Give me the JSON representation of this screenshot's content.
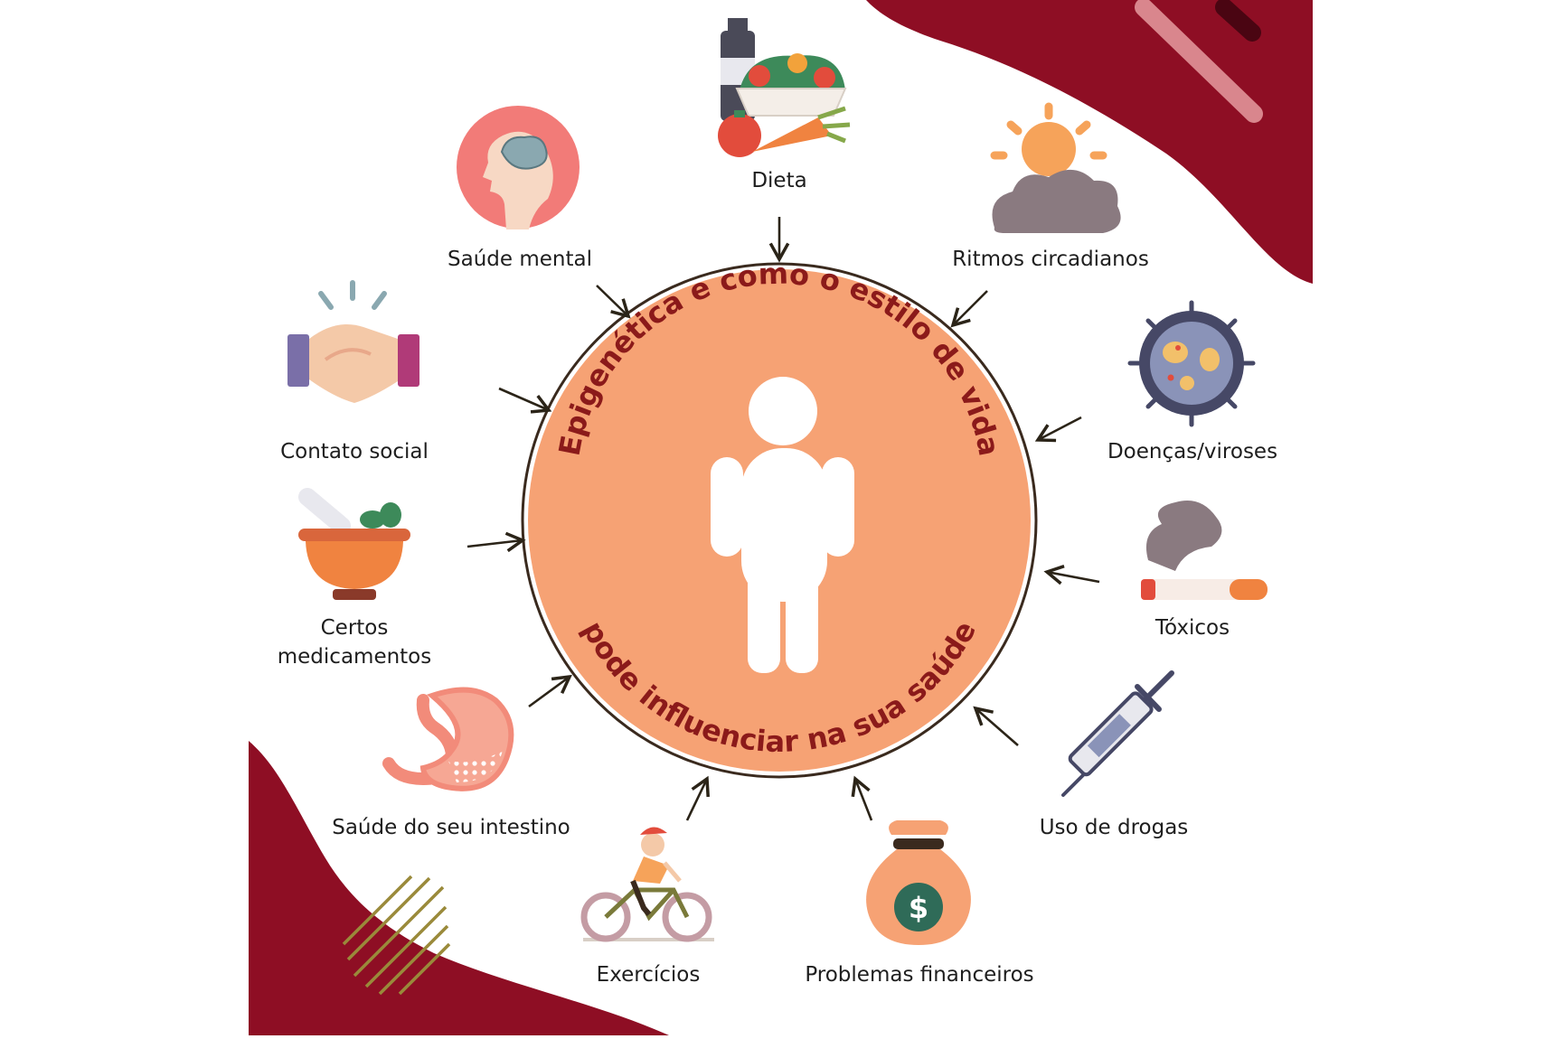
{
  "center": {
    "title_top": "Epigenética e como o estilo de vida",
    "title_bottom": "pode influenciar na sua saúde"
  },
  "factors": [
    {
      "key": "dieta",
      "label": "Dieta",
      "icon": "food-icon"
    },
    {
      "key": "ritmos",
      "label": "Ritmos circadianos",
      "icon": "sun-cloud-icon"
    },
    {
      "key": "doencas",
      "label": "Doenças/viroses",
      "icon": "virus-icon"
    },
    {
      "key": "toxicos",
      "label": "Tóxicos",
      "icon": "cigarette-smoke-icon"
    },
    {
      "key": "drogas",
      "label": "Uso de drogas",
      "icon": "syringe-icon"
    },
    {
      "key": "financeiros",
      "label": "Problemas financeiros",
      "icon": "money-bag-icon"
    },
    {
      "key": "exercicios",
      "label": "Exercícios",
      "icon": "cyclist-icon"
    },
    {
      "key": "intestino",
      "label": "Saúde do seu intestino",
      "icon": "stomach-icon"
    },
    {
      "key": "medicamentos",
      "label": "Certos medicamentos",
      "icon": "mortar-pestle-icon"
    },
    {
      "key": "social",
      "label": "Contato social",
      "icon": "handshake-icon"
    },
    {
      "key": "mental",
      "label": "Saúde mental",
      "icon": "brain-head-icon"
    }
  ],
  "colors": {
    "circle_fill": "#f6a274",
    "circle_ring": "#3a2a1e",
    "title_text": "#8b1a1a",
    "accent_maroon": "#8e0e24",
    "arrow": "#2b2418"
  }
}
